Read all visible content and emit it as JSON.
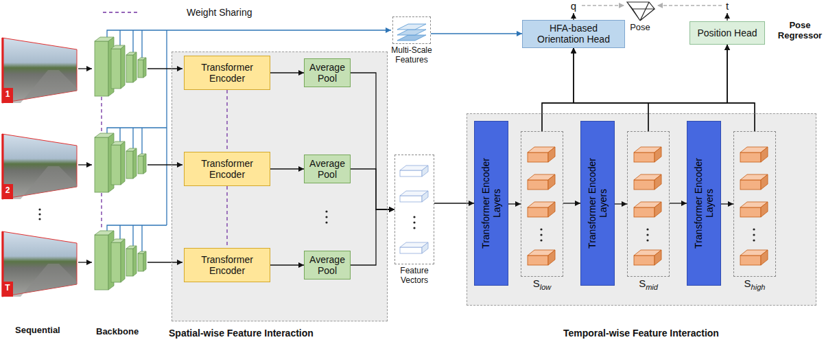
{
  "diagram": {
    "nodes": [
      {
        "text": [
          "Spatial-wise Feature Interaction"
        ]
      },
      {
        "text": [
          "Transformer Encoder"
        ],
        "in": 0
      },
      {
        "text": [
          "Average Pool"
        ],
        "in": 0
      },
      {
        "text": [
          "Transformer Encoder"
        ],
        "in": 0
      },
      {
        "text": [
          "Average Pool"
        ],
        "in": 0
      },
      {
        "text": [
          "Transformer Encoder"
        ],
        "in": 0
      },
      {
        "text": [
          "Average Pool"
        ],
        "in": 0
      },
      {
        "text": [
          "Multi-Scale Features"
        ]
      },
      {
        "text": [
          "HFA-based Orientation Head"
        ]
      },
      {
        "text": [
          "Position Head"
        ]
      },
      {
        "text": [
          "Feature Vectors"
        ]
      },
      {
        "text": [
          "Temporal-wise Feature Interaction"
        ]
      },
      {
        "text": [
          "Transformer Encoder Layers"
        ],
        "in": 11
      },
      {
        "text": [
          "S",
          "low"
        ],
        "in": 11
      },
      {
        "text": [
          "Transformer Encoder Layers"
        ],
        "in": 11
      },
      {
        "text": [
          "S",
          "mid"
        ],
        "in": 11
      },
      {
        "text": [
          "Transformer Encoder Layers"
        ],
        "in": 11
      },
      {
        "text": [
          "S",
          "high"
        ],
        "in": 11
      }
    ],
    "edges": [
      {
        "from": 1,
        "to": 2,
        "arrow": "to"
      },
      {
        "from": 3,
        "to": 4,
        "arrow": "to"
      },
      {
        "from": 5,
        "to": 6,
        "arrow": "to"
      },
      {
        "from": 1,
        "to": 3,
        "arrow": "none"
      },
      {
        "from": 3,
        "to": 5,
        "arrow": "none"
      },
      {
        "from": 2,
        "to": 10,
        "arrow": "to"
      },
      {
        "from": 4,
        "to": 10,
        "arrow": "to"
      },
      {
        "from": 6,
        "to": 10,
        "arrow": "to"
      },
      {
        "from": 7,
        "to": 8,
        "arrow": "to"
      },
      {
        "from": 10,
        "to": 12,
        "arrow": "to"
      },
      {
        "from": 12,
        "to": 13,
        "arrow": "to"
      },
      {
        "from": 13,
        "to": 14,
        "arrow": "to"
      },
      {
        "from": 14,
        "to": 15,
        "arrow": "to"
      },
      {
        "from": 15,
        "to": 16,
        "arrow": "to"
      },
      {
        "from": 16,
        "to": 17,
        "arrow": "to"
      },
      {
        "from": 13,
        "to": 8,
        "arrow": "to"
      },
      {
        "from": 13,
        "to": 9,
        "arrow": "to"
      },
      {
        "from": 15,
        "to": 8,
        "arrow": "to"
      },
      {
        "from": 15,
        "to": 9,
        "arrow": "to"
      },
      {
        "from": 17,
        "to": 8,
        "arrow": "to"
      },
      {
        "from": 17,
        "to": 9,
        "arrow": "to"
      }
    ],
    "labels": [
      "1",
      "2",
      "T",
      "q",
      "Pose",
      "t",
      "Pose Regressor",
      "Sequential",
      "Backbone"
    ],
    "legend": [
      {
        "text": "Weight Sharing"
      }
    ]
  }
}
